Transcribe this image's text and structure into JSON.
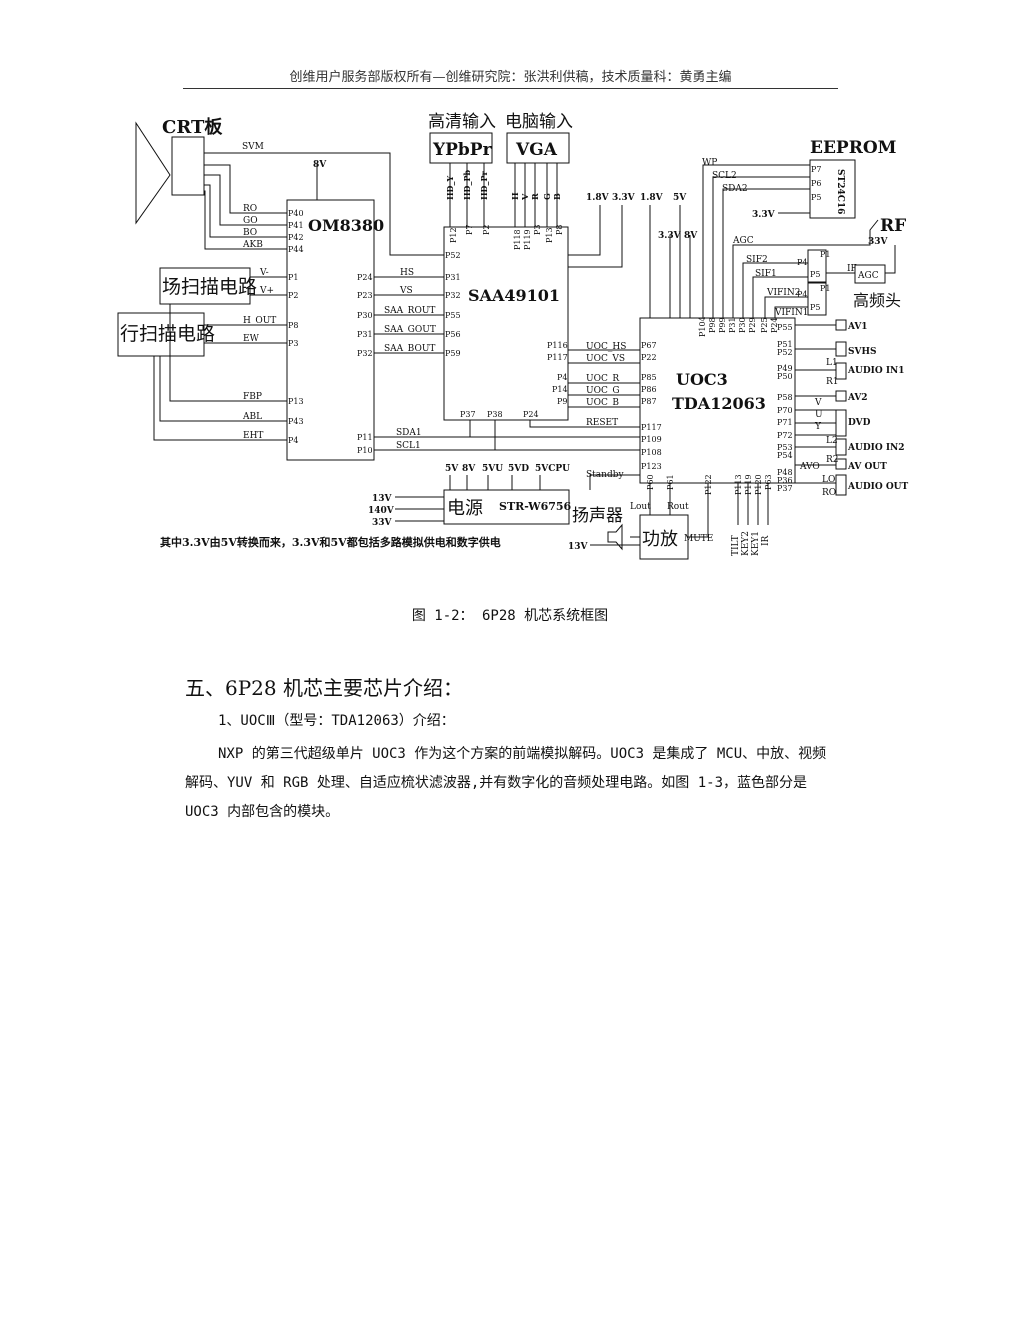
{
  "header": "创维用户服务部版权所有—创维研究院：张洪利供稿，技术质量科：黄勇主编",
  "diagram": {
    "blocks": {
      "crt": "CRT板",
      "om8380": "OM8380",
      "saa": "SAA49101",
      "uoc_1": "UOC3",
      "uoc_2": "TDA12063",
      "eeprom": "EEPROM",
      "eeprom_chip": "ST24C16",
      "ypbpr_title": "高清输入",
      "ypbpr": "YPbPr",
      "vga_title": "电脑输入",
      "vga": "VGA",
      "field_scan": "场扫描电路",
      "line_scan": "行扫描电路",
      "power": "电源",
      "power_chip": "STR-W6756",
      "amp": "功放",
      "speaker": "扬声器",
      "rf": "RF",
      "tuner": "高频头",
      "agc_box": "AGC"
    },
    "signals": {
      "svm": "SVM",
      "v8_om": "8V",
      "ro": "RO",
      "go": "GO",
      "bo": "BO",
      "akb": "AKB",
      "vminus": "V-",
      "vplus": "V+",
      "hout": "H_OUT",
      "ew": "EW",
      "fbp": "FBP",
      "abl": "ABL",
      "eht": "EHT",
      "hs": "HS",
      "vs": "VS",
      "saa_rout": "SAA_ROUT",
      "saa_gout": "SAA_GOUT",
      "saa_bout": "SAA_BOUT",
      "sda1": "SDA1",
      "scl1": "SCL1",
      "hd_y": "HD_Y",
      "hd_pb": "HD_Pb",
      "hd_pr": "HD_Pr",
      "vga_h": "H",
      "vga_v": "V",
      "vga_r": "R",
      "vga_g": "G",
      "vga_b": "B",
      "v18a": "1.8V",
      "v33a": "3.3V",
      "v18b": "1.8V",
      "v5": "5V",
      "v33b": "3.3V",
      "v8b": "8V",
      "wp": "WP",
      "scl2": "SCL2",
      "sda2": "SDA2",
      "v33c": "3.3V",
      "v33rf": "33V",
      "agc": "AGC",
      "sif2": "SIF2",
      "sif1": "SIF1",
      "vifin2": "VIFIN2",
      "vifin1": "VIFIN1",
      "if": "IF",
      "uoc_hs": "UOC_HS",
      "uoc_vs": "UOC_VS",
      "uoc_r": "UOC_R",
      "uoc_g": "UOC_G",
      "uoc_b": "UOC_B",
      "reset": "RESET",
      "standby": "Standby",
      "lout": "Lout",
      "rout": "Rout",
      "mute": "MUTE",
      "p5v": "5V",
      "p8v": "8V",
      "p5vu": "5VU",
      "p5vd": "5VD",
      "p5vcpu": "5VCPU",
      "in13": "13V",
      "in140": "140V",
      "in33": "33V",
      "amp13": "13V",
      "av1": "AV1",
      "svhs": "SVHS",
      "ain1": "AUDIO IN1",
      "av2": "AV2",
      "dvd": "DVD",
      "ain2": "AUDIO IN2",
      "avout": "AV OUT",
      "aout": "AUDIO OUT",
      "l1": "L1",
      "r1": "R1",
      "sv_v": "V",
      "sv_u": "U",
      "sv_y": "Y",
      "l2": "L2",
      "r2": "R2",
      "avo": "AVO",
      "lo": "LO",
      "ro2": "RO",
      "tilt": "TILT",
      "key2": "KEY2",
      "key1": "KEY1",
      "ir": "IR",
      "note": "其中3.3V由5V转换而来，3.3V和5V都包括多路模拟供电和数字供电"
    },
    "pins": {
      "om_p40": "P40",
      "om_p41": "P41",
      "om_p42": "P42",
      "om_p44": "P44",
      "om_p1": "P1",
      "om_p2": "P2",
      "om_p8": "P8",
      "om_p3": "P3",
      "om_p13": "P13",
      "om_p43": "P43",
      "om_p4": "P4",
      "om_p24": "P24",
      "om_p23": "P23",
      "om_p30": "P30",
      "om_p31": "P31",
      "om_p32": "P32",
      "om_p11": "P11",
      "om_p10": "P10",
      "saa_p12": "P12",
      "saa_p7": "P7",
      "saa_p2": "P2",
      "saa_p118": "P118",
      "saa_p119": "P119",
      "saa_p3": "P3",
      "saa_p13": "P13",
      "saa_p8": "P8",
      "saa_p52": "P52",
      "saa_p31": "P31",
      "saa_p32": "P32",
      "saa_p55": "P55",
      "saa_p56": "P56",
      "saa_p59": "P59",
      "saa_p116": "P116",
      "saa_p117": "P117",
      "saa_p4": "P4",
      "saa_p14": "P14",
      "saa_p9": "P9",
      "saa_p37": "P37",
      "saa_p38": "P38",
      "saa_p24": "P24",
      "u_p67": "P67",
      "u_p22": "P22",
      "u_p85": "P85",
      "u_p86": "P86",
      "u_p87": "P87",
      "u_p117": "P117",
      "u_p109": "P109",
      "u_p108": "P108",
      "u_p123": "P123",
      "u_p104": "P104",
      "u_p98": "P98",
      "u_p99": "P99",
      "u_p31": "P31",
      "u_p30": "P30",
      "u_p29": "P29",
      "u_p25": "P25",
      "u_p24": "P24",
      "u_p55": "P55",
      "u_p51": "P51",
      "u_p52": "P52",
      "u_p49": "P49",
      "u_p50": "P50",
      "u_p58": "P58",
      "u_p70": "P70",
      "u_p71": "P71",
      "u_p72": "P72",
      "u_p53": "P53",
      "u_p54": "P54",
      "u_p48": "P48",
      "u_p36": "P36",
      "u_p37": "P37",
      "u_p60": "P60",
      "u_p61": "P61",
      "u_p122": "P122",
      "u_p113": "P113",
      "u_p119": "P119",
      "u_p120": "P120",
      "u_p63": "P63",
      "e_p7": "P7",
      "e_p6": "P6",
      "e_p5": "P5",
      "t_p4": "P4",
      "t_p5a": "P5",
      "t_p1a": "P1",
      "t_p1b": "P1",
      "t_p4b": "P4",
      "t_p5b": "P5"
    }
  },
  "caption": "图 1-2：  6P28 机芯系统框图",
  "section_title": "五、6P28 机芯主要芯片介绍：",
  "subsection_title": "1、UOCⅢ（型号：TDA12063）介绍：",
  "paragraph": "NXP 的第三代超级单片 UOC3 作为这个方案的前端模拟解码。UOC3 是集成了 MCU、中放、视频解码、YUV 和 RGB 处理、自适应梳状滤波器,并有数字化的音频处理电路。如图 1-3，蓝色部分是 UOC3 内部包含的模块。"
}
